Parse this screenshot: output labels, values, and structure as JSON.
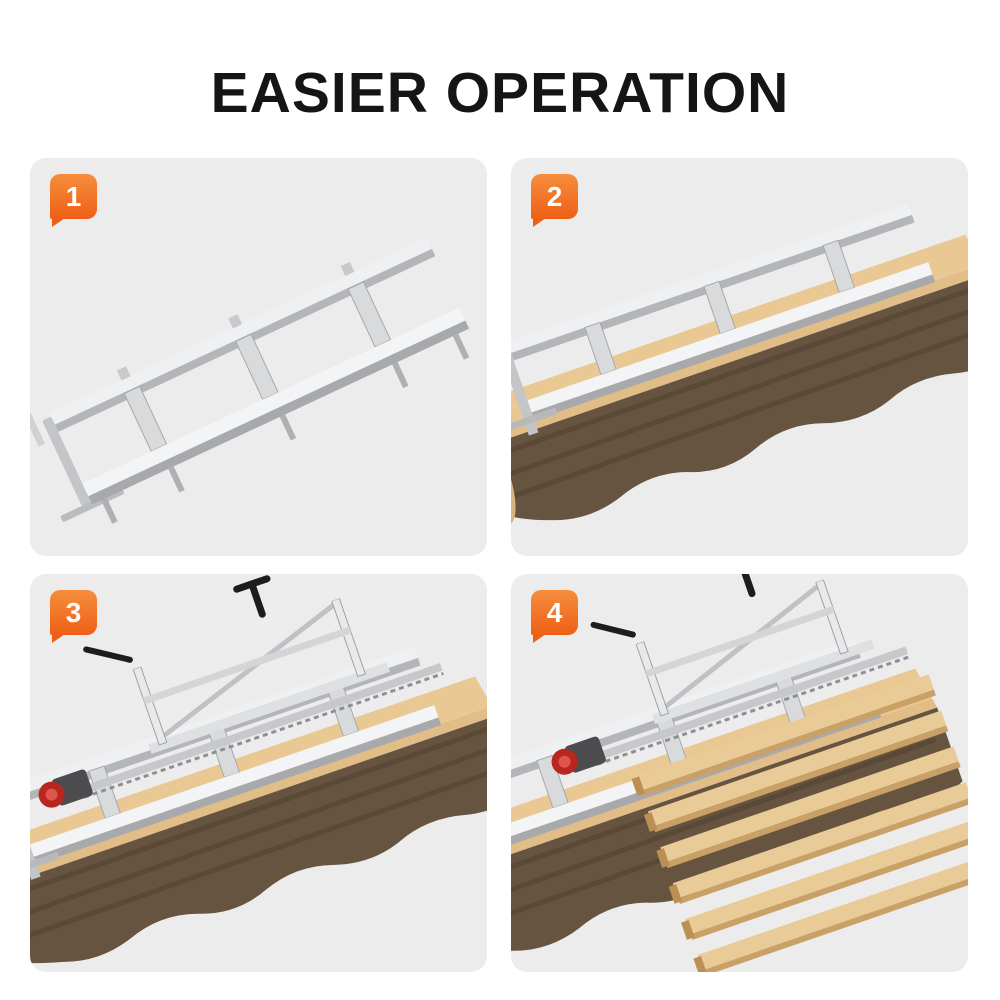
{
  "title": "EASIER OPERATION",
  "colors": {
    "accent_orange": "#ED5F17",
    "panel_background": "#ECECEC",
    "wood_top": "#E9C893",
    "bark_brown": "#665340",
    "metal_gray": "#D9DADC",
    "clutch_red": "#B8271F"
  },
  "steps": [
    {
      "number": "1",
      "illustration": "guide-rail-assembly"
    },
    {
      "number": "2",
      "illustration": "guide-rail-mounted-on-log"
    },
    {
      "number": "3",
      "illustration": "chainsaw-mill-attached-to-rail"
    },
    {
      "number": "4",
      "illustration": "milling-log-into-planks"
    }
  ]
}
